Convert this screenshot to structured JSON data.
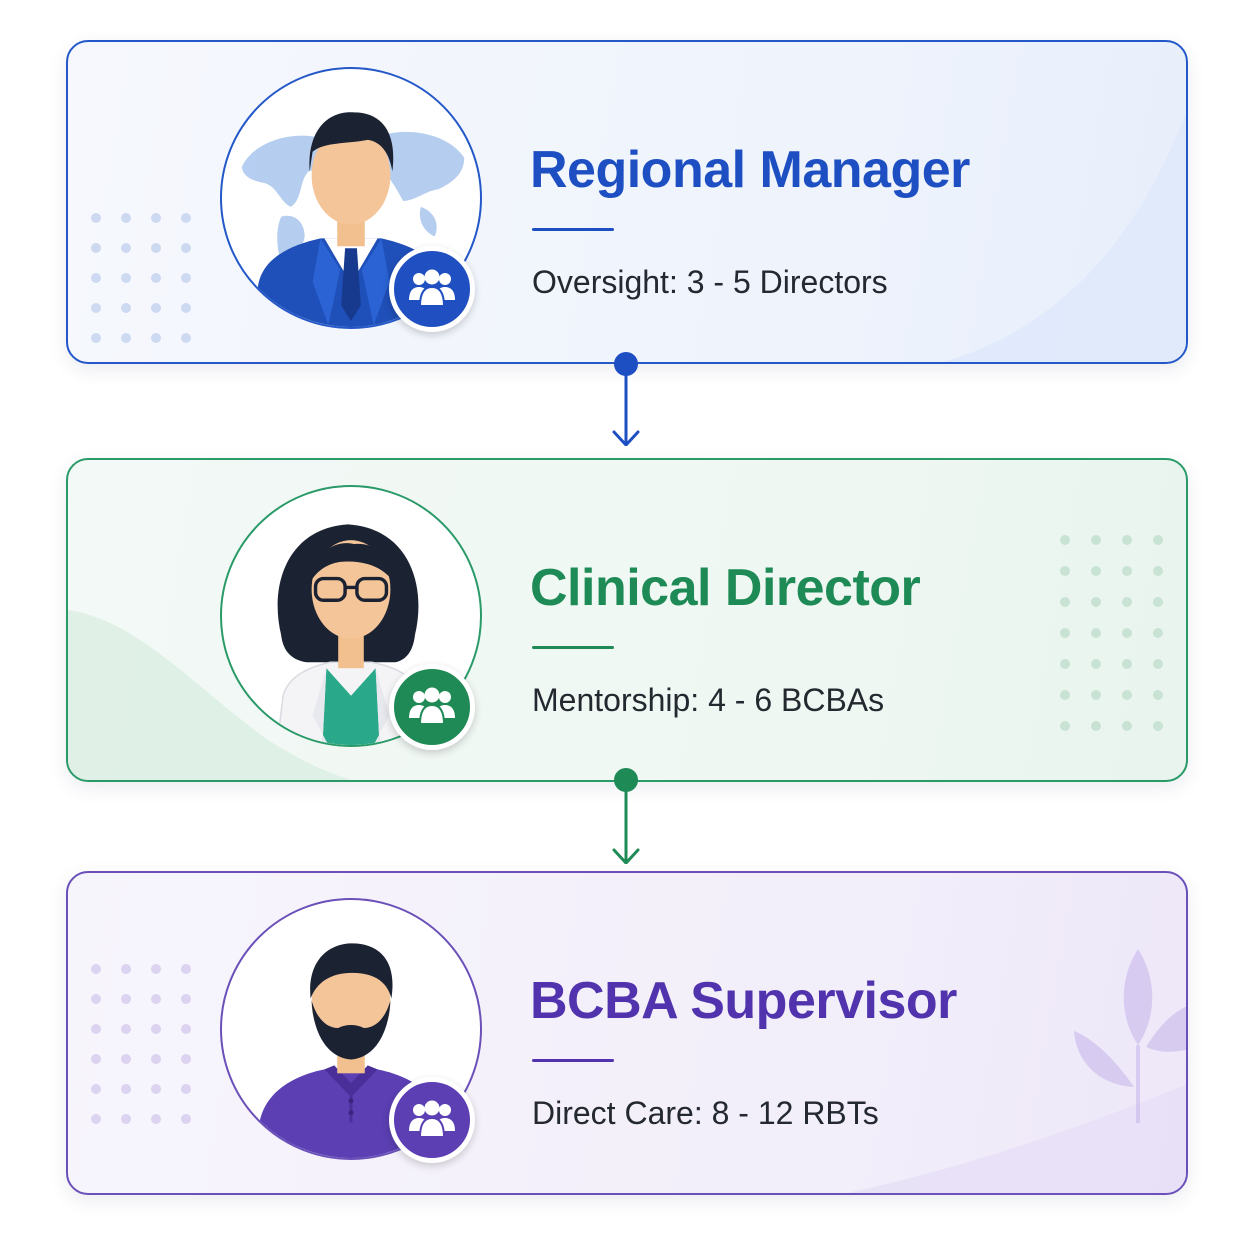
{
  "colors": {
    "regional_manager": "#2458c8",
    "clinical_director": "#2a9a69",
    "bcba_supervisor": "#6a50b8"
  },
  "tiers": [
    {
      "title": "Regional Manager",
      "description": "Oversight: 3 - 5 Directors",
      "avatar_icon": "businessman-with-world-map-icon",
      "badge_icon": "team-group-icon"
    },
    {
      "title": "Clinical Director",
      "description": "Mentorship: 4 - 6 BCBAs",
      "avatar_icon": "woman-with-glasses-lab-coat-icon",
      "badge_icon": "team-group-icon"
    },
    {
      "title": "BCBA Supervisor",
      "description": "Direct Care: 8 - 12 RBTs",
      "avatar_icon": "bearded-man-polo-shirt-icon",
      "badge_icon": "team-group-icon"
    }
  ]
}
